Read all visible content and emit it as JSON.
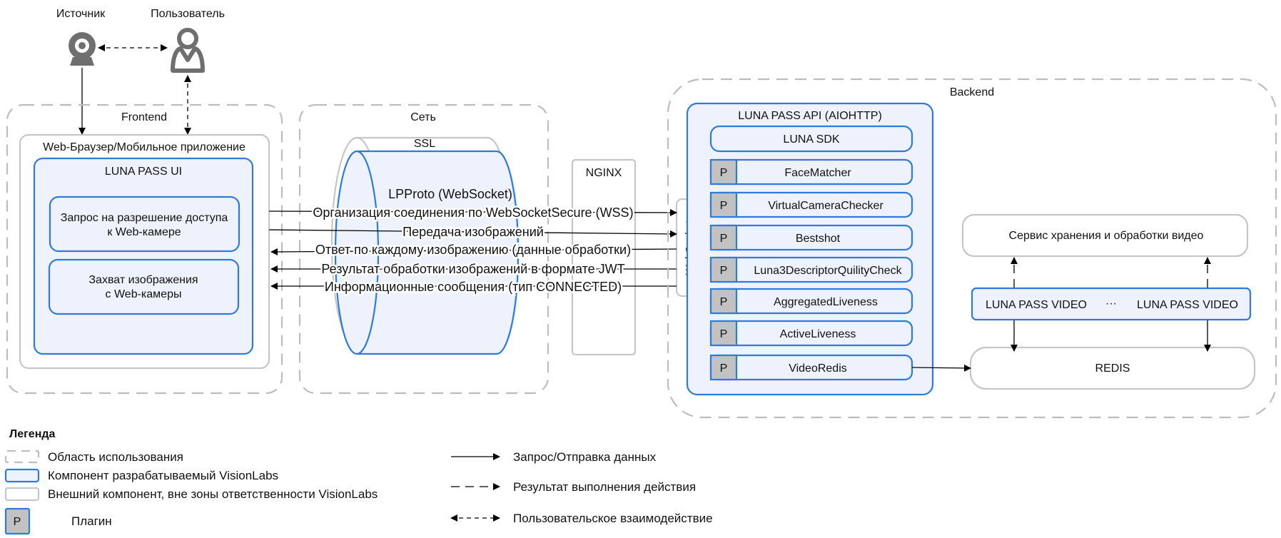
{
  "actors": {
    "source": "Источник",
    "user": "Пользователь"
  },
  "areas": {
    "frontend": "Frontend",
    "network": "Сеть",
    "backend": "Backend"
  },
  "frontend": {
    "browser": "Web-Браузер/Мобильное приложение",
    "ui": "LUNA PASS UI",
    "request_line1": "Запрос на разрешение доступа",
    "request_line2": "к Web-камере",
    "capture_line1": "Захват изображения",
    "capture_line2": "с Web-камеры"
  },
  "network": {
    "ssl": "SSL",
    "proto": "LPProto (WebSocket)",
    "nginx": "NGINX",
    "websocket": "WebSocket"
  },
  "messages": [
    "Организация соединения по WebSocketSecure (WSS)",
    "Передача изображений",
    "Ответ по каждому изображению (данные обработки)",
    "Результат обработки изображений в формате JWT",
    "Информационные сообщения (тип CONNECTED)"
  ],
  "backend": {
    "api": "LUNA PASS API (AIOHTTP)",
    "sdk": "LUNA SDK",
    "plugin_badge": "P",
    "plugins": [
      "FaceMatcher",
      "VirtualCameraChecker",
      "Bestshot",
      "Luna3DescriptorQuilityCheck",
      "AggregatedLiveness",
      "ActiveLiveness",
      "VideoRedis"
    ],
    "video_service": "Сервис хранения и обработки видео",
    "video_1": "LUNA PASS VIDEO",
    "video_sep": "···",
    "video_2": "LUNA PASS VIDEO",
    "redis": "REDIS"
  },
  "legend": {
    "title": "Легенда",
    "area": "Область использования",
    "vl_component": "Компонент разрабатываемый VisionLabs",
    "ext_component": "Внешний компонент, вне зоны ответственности VisionLabs",
    "plugin": "Плагин",
    "plugin_badge": "P",
    "request": "Запрос/Отправка данных",
    "result": "Результат выполнения действия",
    "user_interaction": "Пользовательское взаимодействие"
  },
  "colors": {
    "visionlabs_border": "#2e7bd9",
    "visionlabs_fill": "#eef2fc",
    "external_border": "#c6c6c6",
    "area_border": "#bdbdbd",
    "plugin_fill": "#c2c2c2"
  }
}
